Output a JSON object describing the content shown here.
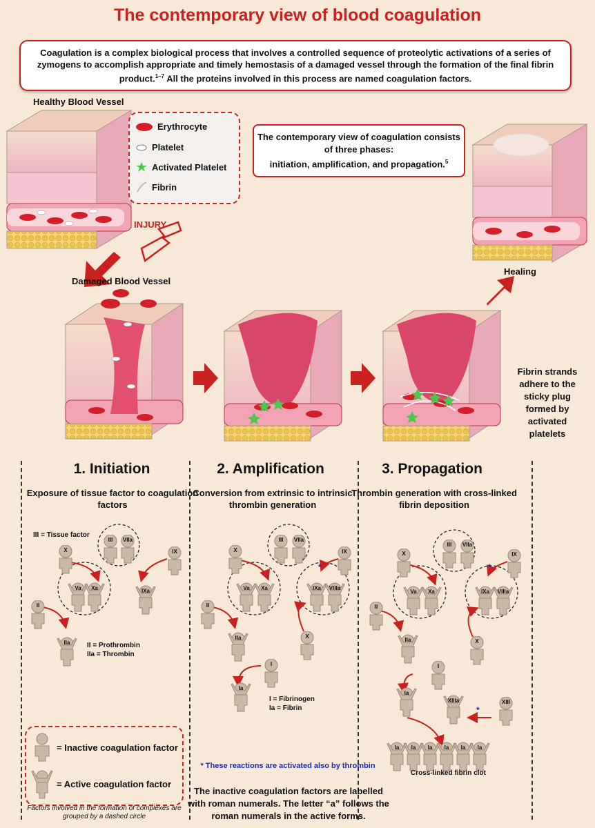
{
  "title": "The contemporary view of blood coagulation",
  "intro": {
    "text": "Coagulation is a complex biological process that involves a controlled sequence of proteolytic activations of a series of zymogens to accomplish appropriate and timely hemostasis of a damaged vessel through the formation of the final fibrin product.",
    "ref": "1–7",
    "text2": " All the proteins involved in this process are named coagulation factors."
  },
  "labels": {
    "healthy": "Healthy Blood Vessel",
    "injury": "INJURY",
    "damaged": "Damaged Blood Vessel",
    "healing": "Healing",
    "fibrin_note": "Fibrin strands adhere to the sticky plug formed by activated platelets"
  },
  "legend": {
    "erythrocyte": "Erythrocyte",
    "platelet": "Platelet",
    "activated_platelet": "Activated Platelet",
    "fibrin": "Fibrin"
  },
  "phases_box": {
    "line1": "The contemporary view of coagulation consists",
    "line2": "of three phases:",
    "line3": "initiation, amplification, and propagation.",
    "ref": "5"
  },
  "phases": [
    {
      "title": "1. Initiation",
      "subtitle": "Exposure of tissue factor to coagulation factors"
    },
    {
      "title": "2. Amplification",
      "subtitle": "Conversion from extrinsic to intrinsic thrombin generation"
    },
    {
      "title": "3. Propagation",
      "subtitle": "Thrombin generation with cross-linked fibrin deposition"
    }
  ],
  "notes": {
    "tissue_factor": "III = Tissue factor",
    "prothrombin": "II = Prothrombin",
    "thrombin": "IIa = Thrombin",
    "fibrinogen": "I = Fibrinogen",
    "fibrin": "Ia = Fibrin",
    "clot": "Cross-linked fibrin clot",
    "asterisk": "*"
  },
  "factors": {
    "X": "X",
    "III": "III",
    "VIIa": "VIIa",
    "IX": "IX",
    "Va": "Va",
    "Xa": "Xa",
    "IXa": "IXa",
    "VIIIa": "VIIIa",
    "II": "II",
    "IIa": "IIa",
    "I": "I",
    "Ia": "Ia",
    "XIII": "XIII",
    "XIIIa": "XIIIa"
  },
  "key": {
    "inactive": "= Inactive coagulation factor",
    "active": "= Active coagulation factor",
    "grouping": "Factors involved in the formation of complexes are grouped by a dashed circle"
  },
  "thrombin_note": "* These reactions are activated also by thrombin",
  "roman_note": "The inactive coagulation factors are labelled with roman numerals. The letter “a” follows the roman numerals in the active forms.",
  "colors": {
    "accent": "#c8211f",
    "blue": "#1a2cb0",
    "figure": "#c9b9a6",
    "skin": "#f2c9d0",
    "vessel": "#e2506e"
  }
}
